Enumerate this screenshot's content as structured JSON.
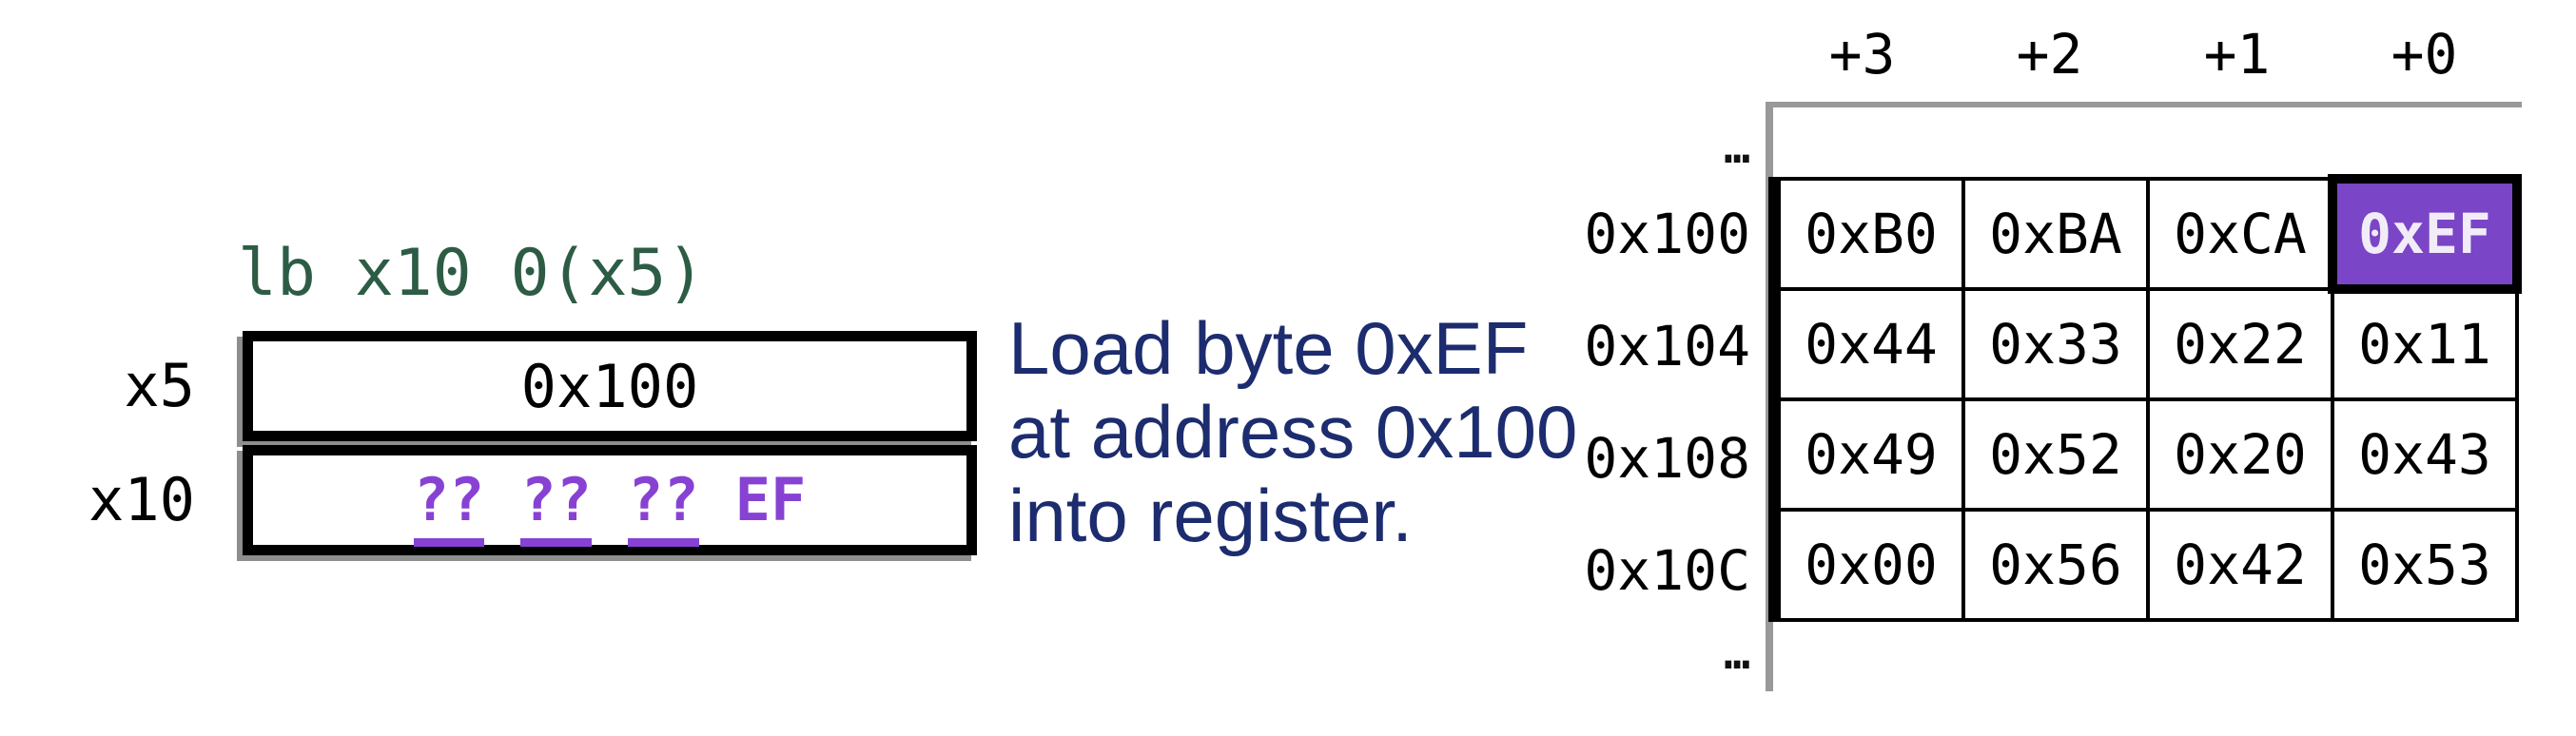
{
  "title": "load-byte instruction diagram",
  "instruction": "lb x10 0(x5)",
  "registers": [
    {
      "name": "x5",
      "value": "0x100"
    },
    {
      "name": "x10",
      "bytes": [
        {
          "text": "??",
          "unknown": true
        },
        {
          "text": "??",
          "unknown": true
        },
        {
          "text": "??",
          "unknown": true
        },
        {
          "text": "EF",
          "unknown": false
        }
      ]
    }
  ],
  "explanation": {
    "lines": [
      "Load byte 0xEF",
      "at address 0x100",
      "into register."
    ]
  },
  "memory": {
    "ellipsis": "…",
    "headers": [
      "+3",
      "+2",
      "+1",
      "+0"
    ],
    "rows": [
      {
        "address": "0x100",
        "cells": [
          "0xB0",
          "0xBA",
          "0xCA",
          "0xEF"
        ],
        "highlighted_cell": "0xEF"
      },
      {
        "address": "0x104",
        "cells": [
          "0x44",
          "0x33",
          "0x22",
          "0x11"
        ]
      },
      {
        "address": "0x108",
        "cells": [
          "0x49",
          "0x52",
          "0x20",
          "0x43"
        ]
      },
      {
        "address": "0x10C",
        "cells": [
          "0x00",
          "0x56",
          "0x42",
          "0x53"
        ]
      }
    ]
  },
  "colors": {
    "instruction_green": "#2D5C45",
    "explanation_navy": "#1C2C6E",
    "accent_purple": "#8742D3",
    "highlight_bg": "#7A45C6",
    "highlight_text": "#F1ECF8",
    "line_gray": "#999999"
  }
}
